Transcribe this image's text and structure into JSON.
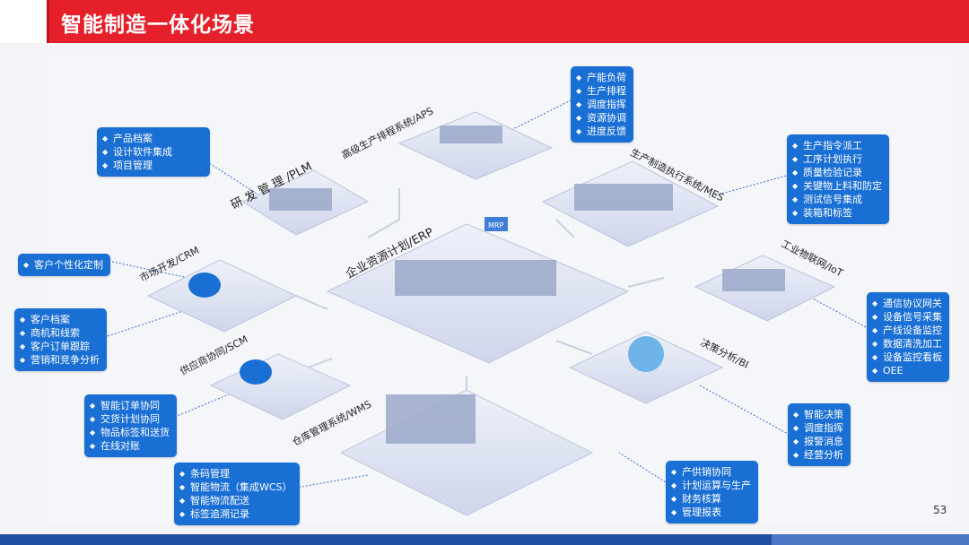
{
  "page": {
    "title": "智能制造一体化场景",
    "page_number": "53"
  },
  "modules": {
    "aps": {
      "name": "高级生产排程系统/APS",
      "items": [
        "产能负荷",
        "生产排程",
        "调度指挥",
        "资源协调",
        "进度反馈"
      ]
    },
    "plm": {
      "name": "研 发 管 理 /PLM",
      "items": [
        "产品档案",
        "设计软件集成",
        "项目管理"
      ]
    },
    "mes": {
      "name": "生产制造执行系统/MES",
      "items": [
        "生产指令派工",
        "工序计划执行",
        "质量检验记录",
        "关键物上料和防定",
        "测试信号集成",
        "装箱和标签"
      ]
    },
    "crm": {
      "name": "市场开发/CRM",
      "items_top": [
        "客户个性化定制"
      ],
      "items": [
        "客户档案",
        "商机和线索",
        "客户订单跟踪",
        "营销和竞争分析"
      ]
    },
    "erp": {
      "name": "企业资源计划/ERP",
      "mrp": "MRP"
    },
    "iot": {
      "name": "工业物联网/IoT",
      "items": [
        "通信协议网关",
        "设备信号采集",
        "产线设备监控",
        "数据清洗加工",
        "设备监控看板",
        "OEE"
      ]
    },
    "scm": {
      "name": "供应商协同/SCM",
      "items": [
        "智能订单协同",
        "交货计划协同",
        "物品标签和送货",
        "在线对账"
      ]
    },
    "bi": {
      "name": "决策分析/BI",
      "items": [
        "智能决策",
        "调度指挥",
        "报警消息",
        "经营分析"
      ]
    },
    "wms": {
      "name": "仓库管理系统/WMS",
      "items": [
        "条码管理",
        "智能物流（集成WCS）",
        "智能物流配送",
        "标签追溯记录"
      ]
    },
    "erp_bottom": {
      "items": [
        "产供销协同",
        "计划运算与生产",
        "财务核算",
        "管理报表"
      ]
    }
  },
  "colors": {
    "header": "#e5202b",
    "bubble": "#1a6fd4",
    "footer": "#1e4fa0",
    "platform": "#dfe4f3"
  }
}
